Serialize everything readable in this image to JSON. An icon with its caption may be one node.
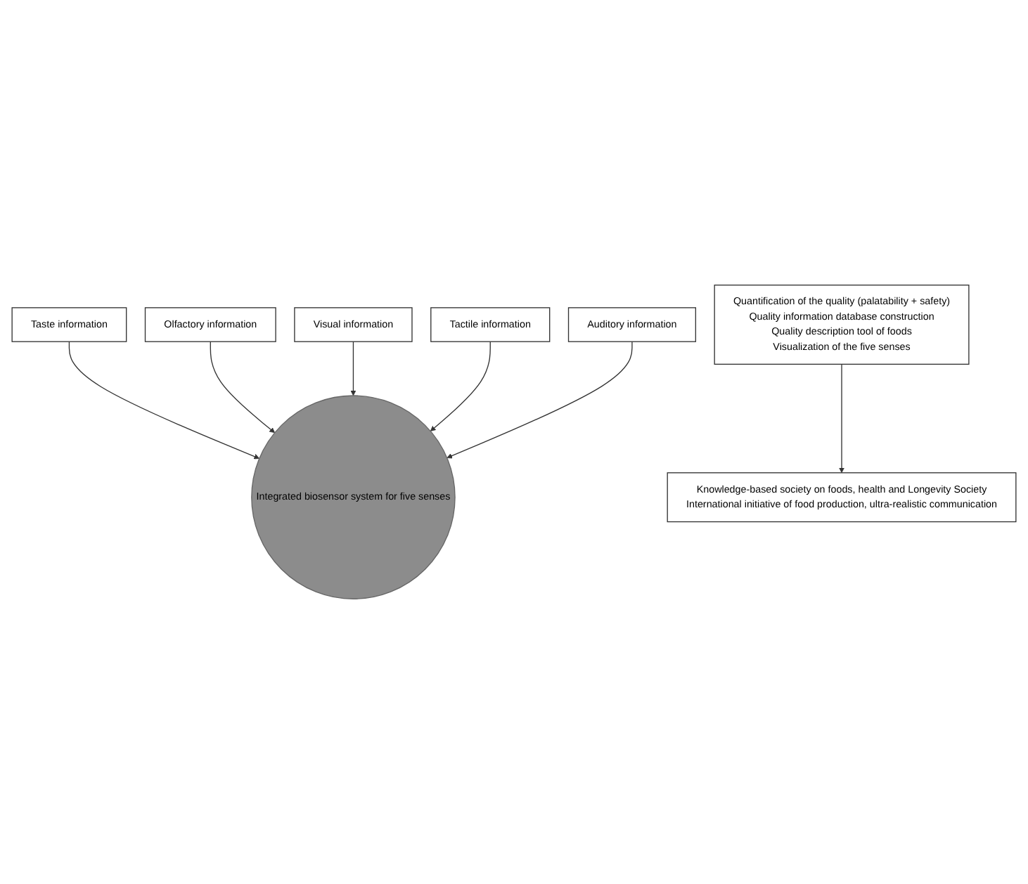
{
  "diagram": {
    "nodes": [
      {
        "text": [
          "Taste information"
        ]
      },
      {
        "text": [
          "Olfactory information"
        ]
      },
      {
        "text": [
          "Visual information"
        ]
      },
      {
        "text": [
          "Integrated biosensor system for five senses"
        ]
      },
      {
        "text": [
          "Tactile information"
        ]
      },
      {
        "text": [
          "Auditory information"
        ]
      },
      {
        "text": [
          "Quantification of the quality (palatability + safety)",
          "Quality information database construction",
          "Quality description tool of foods",
          "Visualization of the five senses"
        ]
      },
      {
        "text": [
          "Knowledge-based society on foods, health and Longevity Society",
          "International initiative of food production, ultra-realistic communication"
        ]
      }
    ],
    "edges": [
      {
        "from": 0,
        "to": 3,
        "arrow": "to"
      },
      {
        "from": 1,
        "to": 3,
        "arrow": "to"
      },
      {
        "from": 2,
        "to": 3,
        "arrow": "to"
      },
      {
        "from": 4,
        "to": 3,
        "arrow": "to"
      },
      {
        "from": 5,
        "to": 3,
        "arrow": "to"
      },
      {
        "from": 6,
        "to": 7,
        "arrow": "to"
      }
    ]
  }
}
